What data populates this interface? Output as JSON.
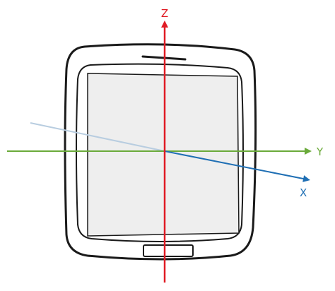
{
  "axes": {
    "z": {
      "label": "Z",
      "color": "#e01b24"
    },
    "y": {
      "label": "Y",
      "color": "#6aaa3a"
    },
    "x": {
      "label": "X",
      "color": "#1f6fb4",
      "back_color": "#b8cde0"
    }
  },
  "device": {
    "outline_color": "#1a1a1a",
    "screen_fill": "#eeeeee"
  }
}
